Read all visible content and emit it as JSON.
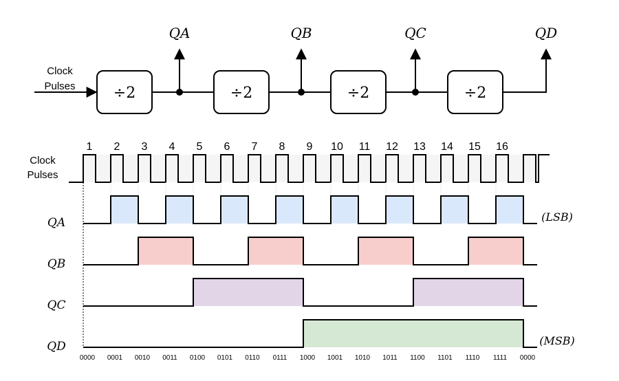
{
  "counter": {
    "input_label_line1": "Clock",
    "input_label_line2": "Pulses",
    "stages": [
      {
        "label": "÷2",
        "output": "QA"
      },
      {
        "label": "÷2",
        "output": "QB"
      },
      {
        "label": "÷2",
        "output": "QC"
      },
      {
        "label": "÷2",
        "output": "QD"
      }
    ]
  },
  "timing": {
    "clock_label_line1": "Clock",
    "clock_label_line2": "Pulses",
    "pulse_numbers": [
      "1",
      "2",
      "3",
      "4",
      "5",
      "6",
      "7",
      "8",
      "9",
      "10",
      "11",
      "12",
      "13",
      "14",
      "15",
      "16"
    ],
    "signals": [
      {
        "name": "QA",
        "note": "(LSB)",
        "color": "#dae8fc",
        "high_periods": [
          [
            1,
            2
          ],
          [
            3,
            4
          ],
          [
            5,
            6
          ],
          [
            7,
            8
          ],
          [
            9,
            10
          ],
          [
            11,
            12
          ],
          [
            13,
            14
          ],
          [
            15,
            16
          ]
        ]
      },
      {
        "name": "QB",
        "note": "",
        "color": "#f8cecc",
        "high_periods": [
          [
            2,
            4
          ],
          [
            6,
            8
          ],
          [
            10,
            12
          ],
          [
            14,
            16
          ]
        ]
      },
      {
        "name": "QC",
        "note": "",
        "color": "#e1d5e7",
        "high_periods": [
          [
            4,
            8
          ],
          [
            12,
            16
          ]
        ]
      },
      {
        "name": "QD",
        "note": "(MSB)",
        "color": "#d5e8d4",
        "high_periods": [
          [
            8,
            16
          ]
        ]
      }
    ],
    "binary_states": [
      "0000",
      "0001",
      "0010",
      "0011",
      "0100",
      "0101",
      "0110",
      "0111",
      "1000",
      "1001",
      "1010",
      "1011",
      "1100",
      "1101",
      "1110",
      "1111",
      "0000"
    ]
  },
  "colors": {
    "line": "#000000",
    "clock_fill": "#f5f5f5",
    "qa_fill": "#dae8fc",
    "qb_fill": "#f8cecc",
    "qc_fill": "#e1d5e7",
    "qd_fill": "#d5e8d4"
  }
}
